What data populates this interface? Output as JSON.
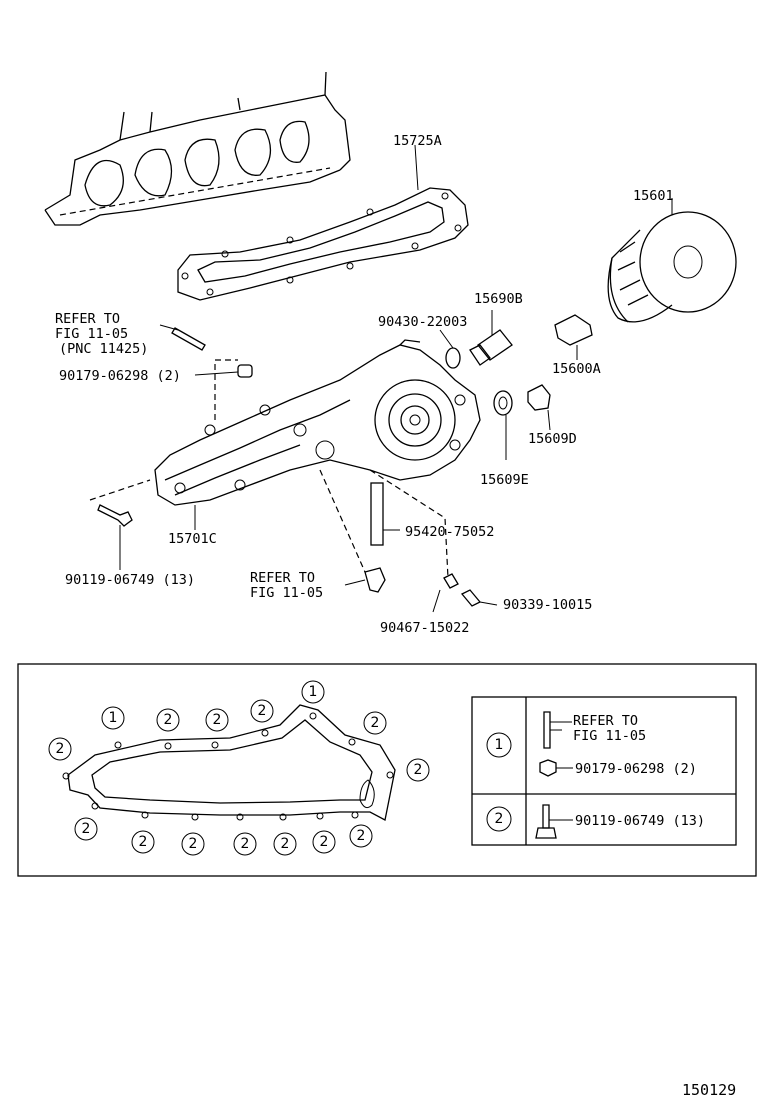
{
  "labels": {
    "gasket": "15725A",
    "filter": "15601",
    "switch_b": "15690B",
    "gasket_ring": "90430-22003",
    "sensor_a": "15600A",
    "plug_d": "15609D",
    "ring_e": "15609E",
    "refer_top_1": "REFER TO",
    "refer_top_2": "FIG 11-05",
    "refer_top_3": "(PNC 11425)",
    "nut_top": "90179-06298 (2)",
    "housing": "15701C",
    "pipe": "95420-75052",
    "bolt_left": "90119-06749 (13)",
    "refer_mid_1": "REFER TO",
    "refer_mid_2": "FIG 11-05",
    "plug_right": "90339-10015",
    "plug_bottom": "90467-15022"
  },
  "legend": {
    "rows": [
      {
        "marker": "1",
        "line1": "REFER TO",
        "line2": "FIG 11-05",
        "line3": "90179-06298 (2)"
      },
      {
        "marker": "2",
        "line1": "90119-06749 (13)"
      }
    ]
  },
  "gasket_markers": [
    "1",
    "2",
    "2",
    "2",
    "1",
    "2",
    "2",
    "2",
    "2",
    "2",
    "2",
    "2",
    "2",
    "2",
    "2"
  ],
  "figure_number": "150129"
}
